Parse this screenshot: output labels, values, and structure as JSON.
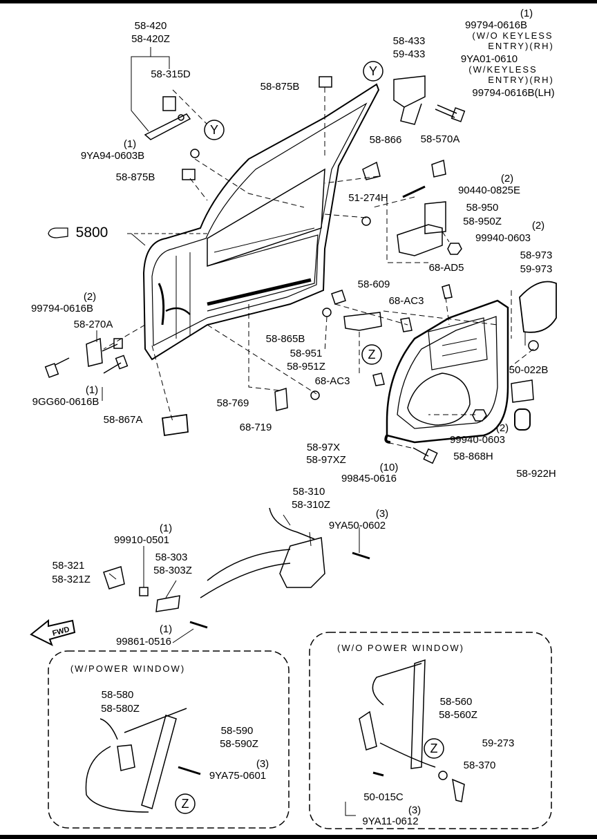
{
  "labels": {
    "p58420": "58-420",
    "p58420z": "58-420Z",
    "p58315d": "58-315D",
    "q1a": "(1)",
    "p9ya94": "9YA94-0603B",
    "p58875b_top": "58-875B",
    "p58875b_left": "58-875B",
    "p5800": "5800",
    "q2a": "(2)",
    "p99794_0616b": "99794-0616B",
    "p58270a": "58-270A",
    "q1b": "(1)",
    "p9gg60": "9GG60-0616B",
    "p58867a": "58-867A",
    "p58769": "58-769",
    "p68719": "68-719",
    "p58433": "58-433",
    "p59433": "59-433",
    "q1c": "(1)",
    "p99794_rh": "99794-0616B",
    "wo_keyless_1": "(W/O KEYLESS",
    "wo_keyless_2": "ENTRY)(RH)",
    "p9ya01": "9YA01-0610",
    "w_keyless_1": "(W/KEYLESS",
    "w_keyless_2": "ENTRY)(RH)",
    "p99794_lh": "99794-0616B(LH)",
    "p58866": "58-866",
    "p58570a": "58-570A",
    "q2b": "(2)",
    "p90440": "90440-0825E",
    "p51274h": "51-274H",
    "p58950": "58-950",
    "p58950z": "58-950Z",
    "q2c": "(2)",
    "p99940_a": "99940-0603",
    "p68ad5": "68-AD5",
    "p58973": "58-973",
    "p59973": "59-973",
    "p58609": "58-609",
    "p68ac3_a": "68-AC3",
    "p58865b": "58-865B",
    "p58951": "58-951",
    "p58951z": "58-951Z",
    "p68ac3_b": "68-AC3",
    "p50022b": "50-022B",
    "q2d": "(2)",
    "p99940_b": "99940-0603",
    "p58868h": "58-868H",
    "p58922h": "58-922H",
    "p5897x": "58-97X",
    "p5897xz": "58-97XZ",
    "q10": "(10)",
    "p99845": "99845-0616",
    "p58310": "58-310",
    "p58310z": "58-310Z",
    "q3a": "(3)",
    "p9ya50": "9YA50-0602",
    "q1d": "(1)",
    "p99910": "99910-0501",
    "p58303": "58-303",
    "p58303z": "58-303Z",
    "p58321": "58-321",
    "p58321z": "58-321Z",
    "q1e": "(1)",
    "p99861": "99861-0516",
    "fwd": "FWD",
    "pw_title": "(W/POWER WINDOW)",
    "p58580": "58-580",
    "p58580z": "58-580Z",
    "p58590": "58-590",
    "p58590z": "58-590Z",
    "q3b": "(3)",
    "p9ya75": "9YA75-0601",
    "npw_title": "(W/O POWER WINDOW)",
    "p58560": "58-560",
    "p58560z": "58-560Z",
    "p59273": "59-273",
    "p58370": "58-370",
    "p50015c": "50-015C",
    "q3c": "(3)",
    "p9ya11": "9YA11-0612",
    "ref_y": "Y",
    "ref_z": "Z"
  }
}
